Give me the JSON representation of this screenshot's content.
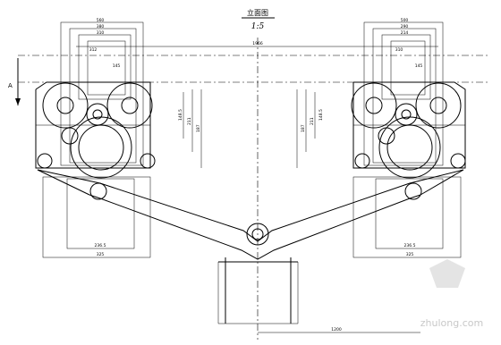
{
  "drawing": {
    "title": "立面图",
    "scale": "1:5",
    "section_marker": "A"
  },
  "dimensions": {
    "top_overall": "1966",
    "left": {
      "d1": "560",
      "d2": "380",
      "d3": "310",
      "d4": "312",
      "d5": "145",
      "v1": "148.5",
      "v2": "211",
      "v3": "187",
      "b1": "236.5",
      "b2": "325"
    },
    "right": {
      "d1": "500",
      "d2": "290",
      "d3": "214",
      "d4": "310",
      "d5": "145",
      "v1": "148.5",
      "v2": "211",
      "v3": "187",
      "b1": "236.5",
      "b2": "325"
    },
    "bottom_right": "1200"
  },
  "watermark": {
    "text": "zhulong.com"
  }
}
